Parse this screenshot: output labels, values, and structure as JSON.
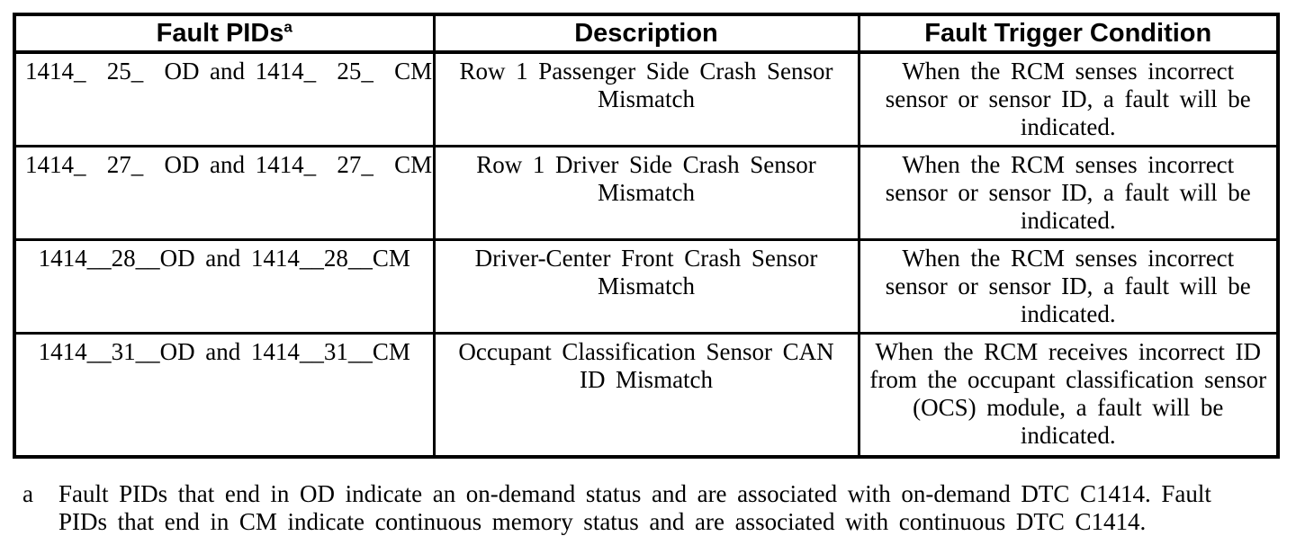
{
  "table": {
    "headers": [
      {
        "label": "Fault PIDs",
        "superscript": "a"
      },
      {
        "label": "Description"
      },
      {
        "label": "Fault Trigger Condition"
      }
    ],
    "rows": [
      {
        "pid": "1414_  25_  OD and 1414_  25_  CM",
        "description": "Row 1 Passenger Side Crash Sensor Mismatch",
        "trigger": "When the RCM senses incorrect sensor or sensor ID, a fault will be indicated."
      },
      {
        "pid": "1414_  27_  OD and 1414_  27_  CM",
        "description": "Row 1 Driver Side Crash Sensor Mismatch",
        "trigger": "When the RCM senses incorrect sensor or sensor ID, a fault will be indicated."
      },
      {
        "pid": "1414__28__OD and 1414__28__CM",
        "description": "Driver-Center Front Crash Sensor Mismatch",
        "trigger": "When the RCM senses incorrect sensor or sensor ID, a fault will be indicated."
      },
      {
        "pid": "1414__31__OD and 1414__31__CM",
        "description": "Occupant Classification Sensor CAN ID Mismatch",
        "trigger": "When the RCM receives incorrect ID from the occupant classification sensor (OCS) module, a fault will be indicated."
      }
    ]
  },
  "footnote": {
    "marker": "a",
    "lines": [
      "Fault PIDs that end in OD indicate an on-demand status and are associated with on-demand DTC C1414. Fault",
      "PIDs that end in CM indicate continuous memory status and are associated with continuous DTC C1414."
    ]
  },
  "colors": {
    "text": "#000000",
    "background": "#ffffff",
    "border": "#000000"
  }
}
